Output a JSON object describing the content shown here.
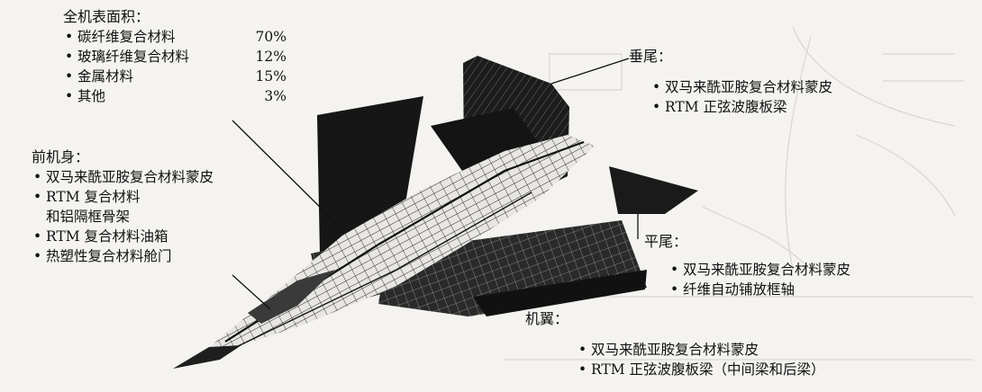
{
  "surface_area": {
    "heading": "全机表面积：",
    "items": [
      {
        "name": "碳纤维复合材料",
        "pct": "70%"
      },
      {
        "name": "玻璃纤维复合材料",
        "pct": "12%"
      },
      {
        "name": "金属材料",
        "pct": "15%"
      },
      {
        "name": "其他",
        "pct": "3%"
      }
    ]
  },
  "forward_fuselage": {
    "heading": "前机身：",
    "items": [
      "双马来酰亚胺复合材料蒙皮",
      "RTM 复合材料",
      "和铝隔框骨架",
      "RTM 复合材料油箱",
      "热塑性复合材料舱门"
    ]
  },
  "vertical_tail": {
    "heading": "垂尾：",
    "items": [
      "双马来酰亚胺复合材料蒙皮",
      "RTM 正弦波腹板梁"
    ]
  },
  "horizontal_tail": {
    "heading": "平尾：",
    "items": [
      "双马来酰亚胺复合材料蒙皮",
      "纤维自动铺放框轴"
    ]
  },
  "wing": {
    "heading": "机翼：",
    "items": [
      "双马来酰亚胺复合材料蒙皮",
      "RTM 正弦波腹板梁（中间梁和后梁）"
    ]
  },
  "colors": {
    "ink": "#111111",
    "fill": "#1c1c1c",
    "paper": "#f4f3f0"
  }
}
